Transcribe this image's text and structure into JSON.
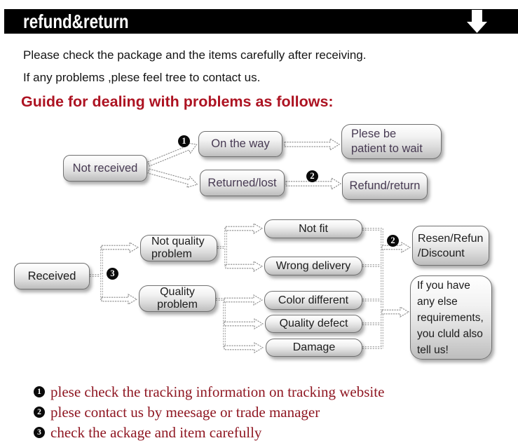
{
  "header": {
    "title": "refund&return"
  },
  "icons": {
    "header_arrow": "down-arrow"
  },
  "colors": {
    "header_bg": "#000000",
    "heading_red": "#ad1322",
    "notes_red": "#8f1722",
    "box_border": "#707070",
    "flow1_text": "#473a52"
  },
  "intro": {
    "line1": "Please check the package and the items carefully after receiving.",
    "line2": "If any problems ,plese feel tree to contact us."
  },
  "guide_heading": "Guide for dealing with problems as follows:",
  "flowchart": {
    "badges": {
      "b1": "1",
      "b2": "2",
      "b3": "3"
    },
    "not_received": {
      "label": "Not received"
    },
    "on_the_way": {
      "label": "On the way"
    },
    "plese_be_patient": {
      "lines": [
        "Plese be",
        "patient to wait"
      ]
    },
    "returned_lost": {
      "label": "Returned/lost"
    },
    "refund_return": {
      "label": "Refund/return"
    },
    "received": {
      "label": "Received"
    },
    "not_quality_problem": {
      "lines": [
        "Not quality",
        "problem"
      ]
    },
    "quality_problem": {
      "lines": [
        "Quality",
        "problem"
      ]
    },
    "not_fit": {
      "label": "Not fit"
    },
    "wrong_delivery": {
      "label": "Wrong delivery"
    },
    "color_different": {
      "label": "Color different"
    },
    "quality_defect": {
      "label": "Quality defect"
    },
    "damage": {
      "label": "Damage"
    },
    "resen_refun": {
      "lines": [
        "Resen/Refun",
        "/Discount"
      ]
    },
    "if_you_have": {
      "lines": [
        "If you have",
        "any else",
        "requirements,",
        "you cluld also",
        "tell us!"
      ]
    }
  },
  "notes": [
    {
      "num": "1",
      "text": "plese check the tracking information on tracking website"
    },
    {
      "num": "2",
      "text": "plese contact us by meesage or trade manager"
    },
    {
      "num": "3",
      "text": "check the ackage and item carefully"
    }
  ]
}
